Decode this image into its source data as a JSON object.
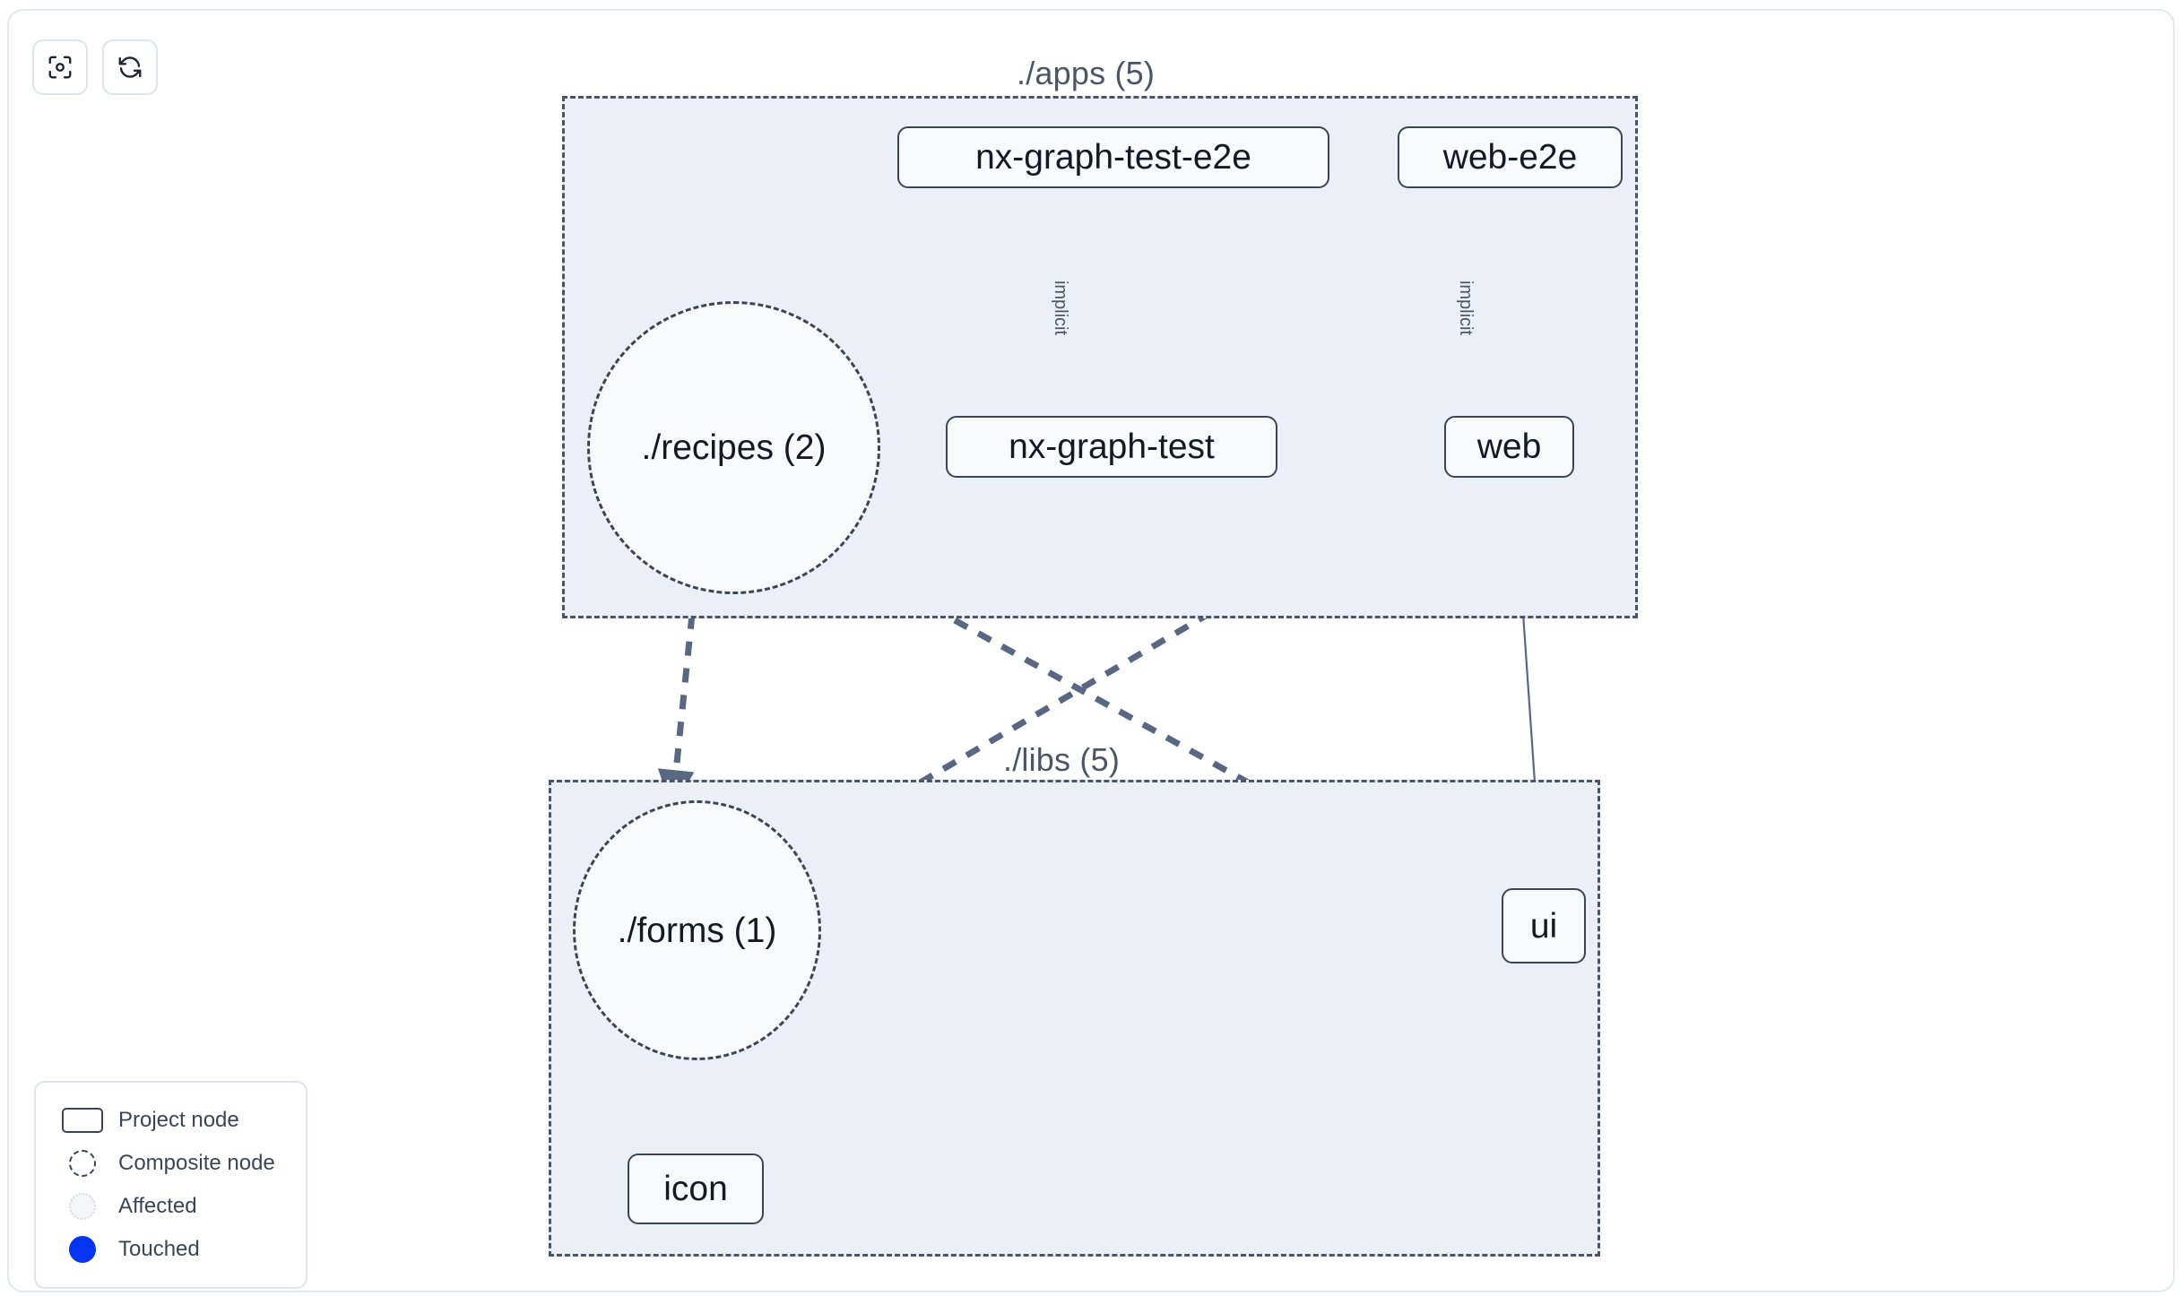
{
  "toolbar": {
    "buttons": [
      {
        "name": "focus-graph-button",
        "icon": "focus-target-icon",
        "label": ""
      },
      {
        "name": "refresh-graph-button",
        "icon": "refresh-icon",
        "label": ""
      }
    ]
  },
  "groups": [
    {
      "id": "apps",
      "label": "./apps (5)"
    },
    {
      "id": "libs",
      "label": "./libs (5)"
    }
  ],
  "nodes": {
    "nx_graph_test_e2e": "nx-graph-test-e2e",
    "web_e2e": "web-e2e",
    "nx_graph_test": "nx-graph-test",
    "web": "web",
    "recipes": "./recipes (2)",
    "forms": "./forms (1)",
    "ui": "ui",
    "icon": "icon"
  },
  "edges": {
    "implicit_1": "implicit",
    "implicit_2": "implicit"
  },
  "legend": {
    "items": [
      {
        "key": "project-node",
        "label": "Project node",
        "color": "#ffffff"
      },
      {
        "key": "composite-node",
        "label": "Composite node",
        "color": "#ffffff"
      },
      {
        "key": "affected",
        "label": "Affected",
        "color": "#f4f6f9"
      },
      {
        "key": "touched",
        "label": "Touched",
        "color": "#0535f0"
      }
    ]
  },
  "colors": {
    "group_fill": "#ecf0f6",
    "group_border": "#4a5568",
    "node_fill": "#f7f9fb",
    "node_border": "#3c4557",
    "edge": "#5a6782",
    "touched": "#0535f0",
    "canvas": "#ffffff"
  }
}
